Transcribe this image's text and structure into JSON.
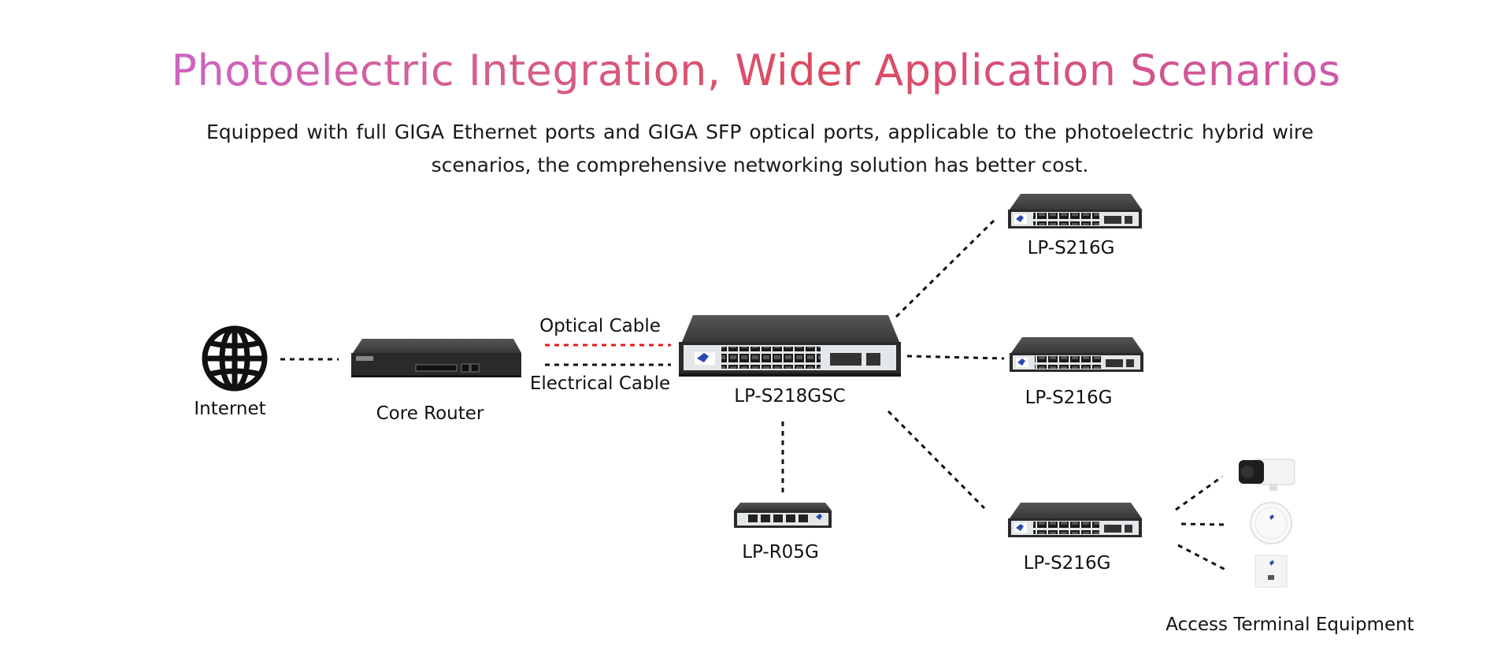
{
  "header": {
    "title": "Photoelectric Integration, Wider Application Scenarios",
    "subtitle": "Equipped with full GIGA Ethernet ports and GIGA SFP optical ports, applicable to the photoelectric hybrid wire scenarios, the comprehensive networking solution has better cost."
  },
  "nodes": {
    "internet": "Internet",
    "core_router": "Core Router",
    "main_switch": "LP-S218GSC",
    "switch_top": "LP-S216G",
    "switch_mid": "LP-S216G",
    "switch_bottom": "LP-S216G",
    "router_small": "LP-R05G",
    "terminals": "Access Terminal Equipment"
  },
  "legend": {
    "optical": "Optical Cable",
    "electrical": "Electrical Cable"
  },
  "colors": {
    "optical_line": "#e41c1c",
    "electrical_line": "#111111",
    "device_body": "#2c2c2c",
    "device_panel": "#e4e7ea"
  },
  "icons": {
    "internet": "globe-icon",
    "core_router": "router-device",
    "switch": "switch-device",
    "camera": "camera-device",
    "access_point": "access-point-device",
    "wall_panel": "wall-panel-device"
  }
}
